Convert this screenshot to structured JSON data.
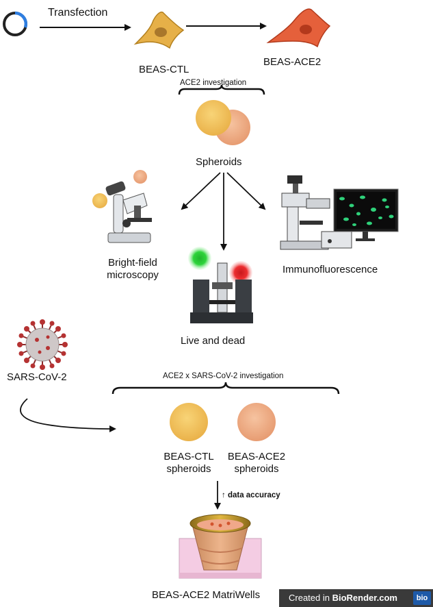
{
  "labels": {
    "transfection": "Transfection",
    "beas_ctl": "BEAS-CTL",
    "beas_ace2": "BEAS-ACE2",
    "ace2_investigation": "ACE2 investigation",
    "spheroids": "Spheroids",
    "bright_field_line1": "Bright-field",
    "bright_field_line2": "microscopy",
    "immunofluorescence": "Immunofluorescence",
    "live_and_dead": "Live and dead",
    "sars_cov_2": "SARS-CoV-2",
    "ace2_x_sars": "ACE2 x SARS-CoV-2 investigation",
    "beas_ctl_spheroids_line1": "BEAS-CTL",
    "beas_ctl_spheroids_line2": "spheroids",
    "beas_ace2_spheroids_line1": "BEAS-ACE2",
    "beas_ace2_spheroids_line2": "spheroids",
    "data_accuracy": "↑ data accuracy",
    "matriwells": "BEAS-ACE2 MatriWells"
  },
  "badge": {
    "prefix": "Created in ",
    "brand": "BioRender.com",
    "logo": "bio"
  },
  "colors": {
    "ctl_cell": "#e6b048",
    "ace2_cell": "#e5603b",
    "spheroid_ctl": "#f3c25a",
    "spheroid_ace2": "#eeaa80",
    "plasmid_ring": "#2f7ee0",
    "live_green": "#2ecf3a",
    "dead_red": "#e5262a"
  },
  "icons": {
    "plasmid": "plasmid-icon",
    "virus": "virus-icon",
    "microscope": "microscope-icon",
    "fluorescence_microscope": "fluorescence-microscope-icon",
    "monitor": "monitor-icon",
    "confocal": "confocal-microscope-icon",
    "matriwell": "matriwell-insert-icon"
  }
}
